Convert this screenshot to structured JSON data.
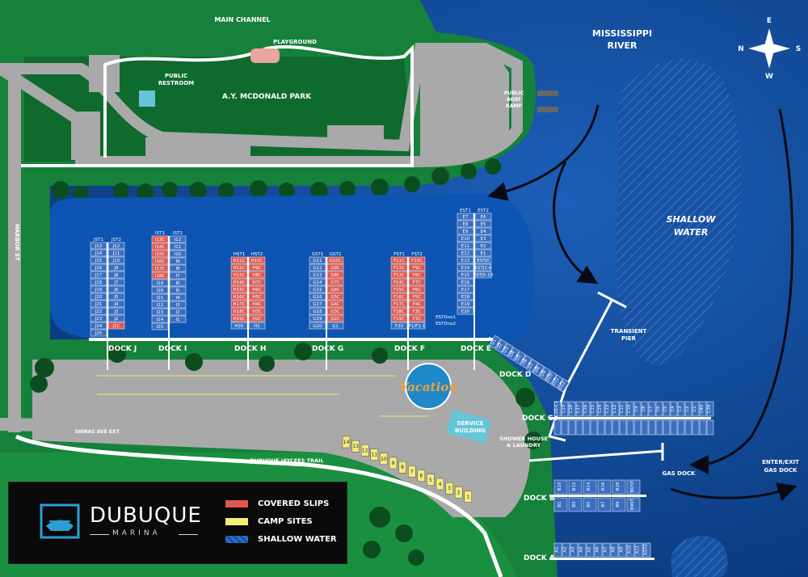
{
  "labels": {
    "main_channel": "MAIN CHANNEL",
    "playground": "PLAYGROUND",
    "public_restroom_1": "PUBLIC",
    "public_restroom_2": "RESTROOM",
    "park": "A.Y. MCDONALD PARK",
    "boat_ramp_1": "PUBLIC",
    "boat_ramp_2": "BOAT",
    "boat_ramp_3": "RAMP",
    "river_1": "MISSISSIPPI",
    "river_2": "RIVER",
    "shallow_1": "SHALLOW",
    "shallow_2": "WATER",
    "transient_1": "TRANSIENT",
    "transient_2": "PIER",
    "harbor_st": "HARBOR ST",
    "shiras_ave": "SHIRAS AVE EXT",
    "jaycees_trail": "DUBUQUE JAYCEES TRAIL",
    "service_1": "SERVICE",
    "service_2": "BUILDING",
    "shower_1": "SHOWER HOUSE",
    "shower_2": "& LAUNDRY",
    "gas_dock": "GAS DOCK",
    "enter_exit_1": "ENTER/EXIT",
    "enter_exit_2": "GAS DOCK",
    "vacation": "Vacation"
  },
  "compass": {
    "n": "N",
    "e": "E",
    "s": "S",
    "w": "W"
  },
  "docks": {
    "j": "DOCK J",
    "i": "DOCK I",
    "h": "DOCK H",
    "g": "DOCK G",
    "f": "DOCK F",
    "e": "DOCK E",
    "d": "DOCK D",
    "c": "DOCK C",
    "b": "DOCK B",
    "a": "DOCK A"
  },
  "slip_columns": {
    "j": {
      "headers": [
        "JST1",
        "JST2"
      ],
      "left": [
        "J13",
        "J14",
        "J15",
        "J16",
        "J17",
        "J18",
        "J19",
        "J20",
        "J21",
        "J22",
        "J23",
        "J24",
        "J25"
      ],
      "right": [
        "J12",
        "J11",
        "J10",
        "J9",
        "J8",
        "J7",
        "J6",
        "J5",
        "J4",
        "J3",
        "J2",
        "J1C"
      ]
    },
    "i": {
      "headers": [
        "IST1",
        "IST2"
      ],
      "left": [
        "I13C",
        "I14C",
        "I15C",
        "I16C",
        "I17C",
        "I18C",
        "I19",
        "I20",
        "I21",
        "I22",
        "I23",
        "I24",
        "I25"
      ],
      "right": [
        "I12",
        "I11",
        "I10",
        "I9",
        "I8",
        "I7",
        "I6",
        "I5",
        "I4",
        "I3",
        "I2",
        "I1"
      ]
    },
    "h": {
      "headers": [
        "HST1",
        "HST2"
      ],
      "left": [
        "H11C",
        "H12C",
        "H13C",
        "H14C",
        "H15C",
        "H16C",
        "H17C",
        "H18C",
        "H19C",
        "H20"
      ],
      "right": [
        "H10C",
        "H9C",
        "H8C",
        "H7C",
        "H6C",
        "H5C",
        "H4C",
        "H3C",
        "H2C",
        "H1"
      ]
    },
    "g": {
      "headers": [
        "GST1",
        "GST2"
      ],
      "left": [
        "G11",
        "G12",
        "G13",
        "G14",
        "G15",
        "G16",
        "G17",
        "G18",
        "G19",
        "G20"
      ],
      "right": [
        "G10C",
        "G9C",
        "G8C",
        "G7C",
        "G6C",
        "G5C",
        "G4C",
        "G3C",
        "G2C",
        "G1"
      ]
    },
    "f": {
      "headers": [
        "FST1",
        "FST2"
      ],
      "left": [
        "F11C",
        "F12C",
        "F13C",
        "F14C",
        "F15C",
        "F16C",
        "F17C",
        "F18C",
        "F19C",
        "F20"
      ],
      "right": [
        "F10C",
        "F9C",
        "F8C",
        "F7C",
        "F6C",
        "F5C",
        "F4C",
        "F3C",
        "F2C",
        "F1/F1-1"
      ]
    },
    "e": {
      "headers": [
        "EST1",
        "EST2"
      ],
      "left": [
        "E7",
        "E8",
        "E9",
        "E10",
        "E11",
        "E12",
        "E13",
        "E14",
        "E15",
        "E16",
        "E17",
        "E18",
        "E19",
        "E20"
      ],
      "right": [
        "E6",
        "E5",
        "E4",
        "E3",
        "E2",
        "E1",
        "ESTJ0",
        "ESTJ1-6",
        "ESTJ5-10"
      ],
      "extra": [
        "ESTDno1",
        "ESTDno2"
      ]
    }
  },
  "dock_c_slips": [
    "C20-C1",
    "C19",
    "C18",
    "C17",
    "C16",
    "C15",
    "C14",
    "C13",
    "C12",
    "C11",
    "C10",
    "C9",
    "C8",
    "C7",
    "C6",
    "C5",
    "C4",
    "C3",
    "C2",
    "C1",
    "C40",
    "C39"
  ],
  "dock_d_slips": [
    "D1",
    "D2",
    "D3",
    "D4",
    "D5",
    "D6",
    "D7",
    "D8",
    "D9",
    "D10",
    "D11",
    "D12"
  ],
  "dock_b_slips": {
    "top": [
      "B10",
      "B12",
      "B14",
      "B16",
      "B18",
      "BOST"
    ],
    "bottom": [
      "B1",
      "B3",
      "B5",
      "B7",
      "B9",
      "B9ST"
    ]
  },
  "dock_a_slips": [
    "A1",
    "A2",
    "A3",
    "A4",
    "A5",
    "A6",
    "A7",
    "A8",
    "A9",
    "A10",
    "A11",
    "AST2"
  ],
  "camp_sites": [
    "14",
    "13",
    "12",
    "11",
    "10",
    "9",
    "8",
    "7",
    "6",
    "5",
    "4",
    "3",
    "2",
    "1"
  ],
  "legend": {
    "brand": "DUBUQUE",
    "brand_sub": "MARINA",
    "items": [
      {
        "label": "COVERED SLIPS",
        "color": "#e2574c"
      },
      {
        "label": "CAMP SITES",
        "color": "#f4ec7a"
      },
      {
        "label": "SHALLOW WATER",
        "color": "#2d6fc4"
      }
    ]
  },
  "colors": {
    "water": "#0b3f8a",
    "shallow": "#1c58ad",
    "grass": "#16813a",
    "dark_grass": "#0d5a26",
    "pavement": "#a9a9a9",
    "covered": "#e2574c",
    "camp": "#f4ec7a"
  }
}
